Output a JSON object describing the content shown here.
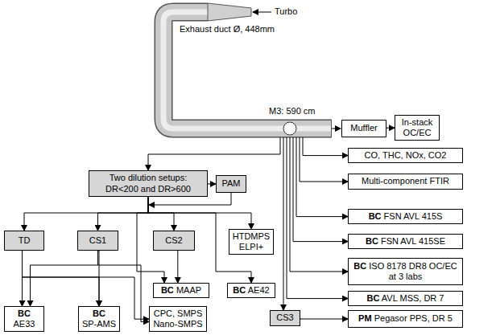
{
  "diagram": {
    "nodes": [
      {
        "text": [
          "Muffler"
        ]
      },
      {
        "text": [
          "In-stack OC/EC"
        ]
      },
      {
        "text": [
          "CO, THC, NOx, CO2"
        ]
      },
      {
        "text": [
          "Multi-component FTIR"
        ]
      },
      {
        "text": [
          "BC",
          "FSN AVL 415S"
        ]
      },
      {
        "text": [
          "BC",
          "FSN AVL 415SE"
        ]
      },
      {
        "text": [
          "BC",
          "ISO 8178 DR8 OC/EC at 3 labs"
        ]
      },
      {
        "text": [
          "BC",
          "AVL MSS, DR 7"
        ]
      },
      {
        "text": [
          "CS3"
        ]
      },
      {
        "text": [
          "PM",
          "Pegasor PPS, DR 5"
        ]
      },
      {
        "text": [
          "Two dilution setups: DR<200 and DR>600"
        ]
      },
      {
        "text": [
          "PAM"
        ]
      },
      {
        "text": [
          "TD"
        ]
      },
      {
        "text": [
          "CS1"
        ]
      },
      {
        "text": [
          "CS2"
        ]
      },
      {
        "text": [
          "HTDMPS ELPI+"
        ]
      },
      {
        "text": [
          "BC",
          "MAAP"
        ]
      },
      {
        "text": [
          "BC",
          "AE42"
        ]
      },
      {
        "text": [
          "BC",
          "AE33"
        ]
      },
      {
        "text": [
          "BC",
          "SP-AMS"
        ]
      },
      {
        "text": [
          "CPC, SMPS Nano-SMPS"
        ]
      }
    ],
    "edges": [
      {
        "from": 0,
        "to": 1,
        "arrow": "to"
      },
      {
        "from": 10,
        "to": 11,
        "arrow": "to"
      },
      {
        "from": 8,
        "to": 9,
        "arrow": "to"
      },
      {
        "from": 10,
        "to": 12,
        "arrow": "to"
      },
      {
        "from": 10,
        "to": 13,
        "arrow": "to"
      },
      {
        "from": 10,
        "to": 14,
        "arrow": "to"
      },
      {
        "from": 10,
        "to": 15,
        "arrow": "to"
      },
      {
        "from": 10,
        "to": 16,
        "arrow": "to"
      },
      {
        "from": 10,
        "to": 17,
        "arrow": "to"
      },
      {
        "from": 14,
        "to": 16,
        "arrow": "to"
      },
      {
        "from": 12,
        "to": 18,
        "arrow": "to"
      },
      {
        "from": 12,
        "to": 19,
        "arrow": "to"
      },
      {
        "from": 12,
        "to": 20,
        "arrow": "to"
      },
      {
        "from": 13,
        "to": 18,
        "arrow": "to"
      },
      {
        "from": 13,
        "to": 19,
        "arrow": "to"
      },
      {
        "from": 13,
        "to": 20,
        "arrow": "to"
      }
    ],
    "labels": [
      "Turbo",
      "Exhaust duct Ø, 448mm",
      "M3: 590 cm"
    ]
  }
}
